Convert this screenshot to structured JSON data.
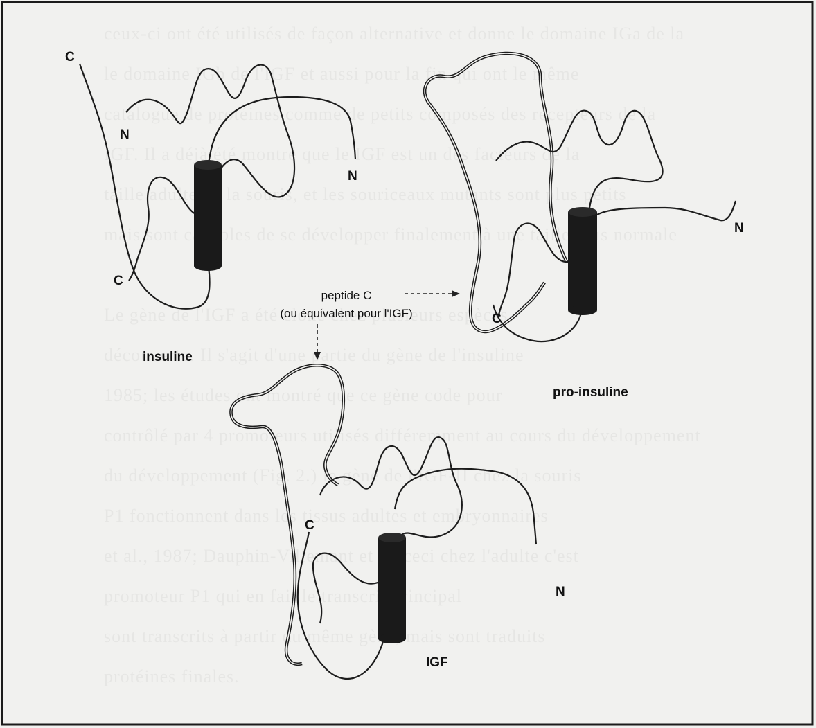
{
  "labels": {
    "insulin_c_top": "C",
    "insulin_n_inner": "N",
    "insulin_n_right": "N",
    "insulin_c_bottom": "C",
    "insulin_name": "insuline",
    "peptide_line1": "peptide C",
    "peptide_line2": "(ou équivalent pour l'IGF)",
    "proinsulin_n": "N",
    "proinsulin_c": "C",
    "proinsulin_name": "pro-insuline",
    "igf_c": "C",
    "igf_n": "N",
    "igf_name": "IGF"
  },
  "background_text": [
    "ceux-ci ont été utilisés de façon alternative et donne le domaine IGa de la",
    "le domaine IGb de l'IGF et aussi pour la fin qui ont le même",
    "catalogue de protéines comme de petits composés des récepteurs de la",
    "IGF. Il a déjà été montré que le IGF est un des facteurs de la",
    "taille adulte de la souris, et les souriceaux mutants sont plus petits",
    "mais sont capables de se développer finalement à une taille plus normale",
    "",
    "Le gène de l'IGF a été cloné chez plusieurs espèces",
    "découverte. Il s'agit d'une partie du gène de l'insuline",
    "1985; les études ont montré que ce gène code pour",
    "contrôlé par 4 promoteurs utilisés différemment au cours du développement",
    "du développement (Fig. 2.) le gène de l'IGF-II chez la souris",
    "P1 fonctionnent dans les tissus adultes et embryonnaires",
    "et al., 1987; Dauphin-Villemant et al. ceci chez l'adulte c'est",
    "promoteur P1 qui en fait le transcrit principal",
    "sont transcrits à partir du même gène, mais sont traduits",
    "protéines finales."
  ]
}
